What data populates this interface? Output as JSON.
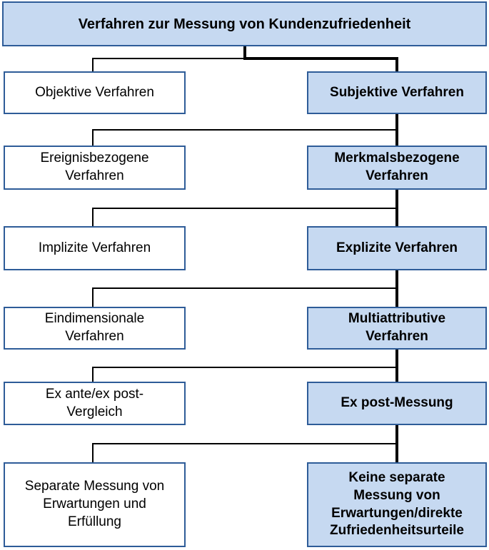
{
  "title": "Verfahren zur Messung von Kundenzufriedenheit",
  "levels": [
    {
      "left": "Objektive Verfahren",
      "right": "Subjektive Verfahren"
    },
    {
      "left": "Ereignisbezogene\nVerfahren",
      "right": "Merkmalsbezogene\nVerfahren"
    },
    {
      "left": "Implizite Verfahren",
      "right": "Explizite Verfahren"
    },
    {
      "left": "Eindimensionale\nVerfahren",
      "right": "Multiattributive\nVerfahren"
    },
    {
      "left": "Ex ante/ex post-\nVergleich",
      "right": "Ex post-Messung"
    },
    {
      "left": "Separate Messung von\nErwartungen und\nErfüllung",
      "right": "Keine separate\nMessung von\nErwartungen/direkte\nZufriedenheitsurteile"
    }
  ],
  "colors": {
    "border": "#2e5c98",
    "highlight_fill": "#c6d9f1",
    "connector": "#000000"
  }
}
